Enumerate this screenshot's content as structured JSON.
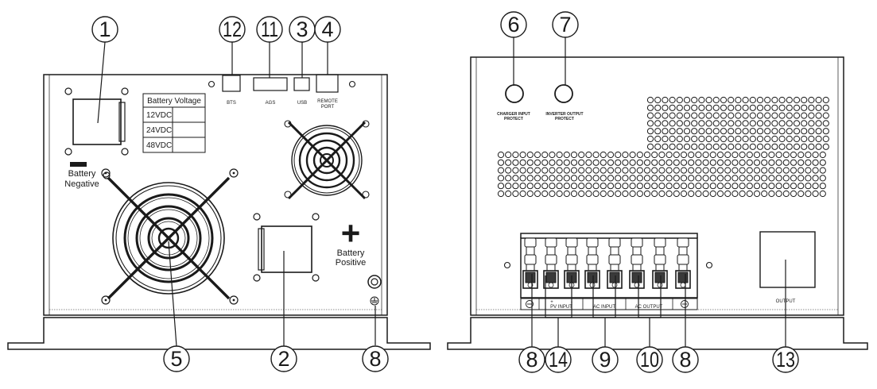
{
  "front_panel": {
    "callouts": [
      {
        "id": "1",
        "text": "1"
      },
      {
        "id": "12",
        "text": "12"
      },
      {
        "id": "11",
        "text": "11"
      },
      {
        "id": "3",
        "text": "3"
      },
      {
        "id": "4",
        "text": "4"
      },
      {
        "id": "5",
        "text": "5"
      },
      {
        "id": "2",
        "text": "2"
      },
      {
        "id": "8",
        "text": "8"
      }
    ],
    "port_labels": {
      "bts": "BTS",
      "ags": "AGS",
      "usb": "USB",
      "remote_line1": "REMOTE",
      "remote_line2": "PORT"
    },
    "battery_voltage_table": {
      "header": "Battery Voltage",
      "rows": [
        "12VDC",
        "24VDC",
        "48VDC"
      ]
    },
    "battery_negative": {
      "line1": "Battery",
      "line2": "Negative"
    },
    "battery_positive": {
      "symbol": "+",
      "line1": "Battery",
      "line2": "Positive"
    }
  },
  "rear_panel": {
    "callouts": [
      {
        "id": "6",
        "text": "6"
      },
      {
        "id": "7",
        "text": "7"
      },
      {
        "id": "8a",
        "text": "8"
      },
      {
        "id": "14",
        "text": "14"
      },
      {
        "id": "9",
        "text": "9"
      },
      {
        "id": "10",
        "text": "10"
      },
      {
        "id": "8b",
        "text": "8"
      },
      {
        "id": "13",
        "text": "13"
      }
    ],
    "charger_protect": {
      "line1": "CHARGER INPUT",
      "line2": "PROTECT"
    },
    "inverter_protect": {
      "line1": "INVERTER OUTPUT",
      "line2": "PROTECT"
    },
    "terminal_labels": {
      "pv_input": "PV INPUT",
      "pv_plus": "+",
      "pv_minus": "-",
      "ac_input": "AC INPUT",
      "ac_output": "AC OUTPUT"
    },
    "output_label": "OUTPUT"
  },
  "colors": {
    "line": "#1a1a1a",
    "background": "#ffffff"
  }
}
